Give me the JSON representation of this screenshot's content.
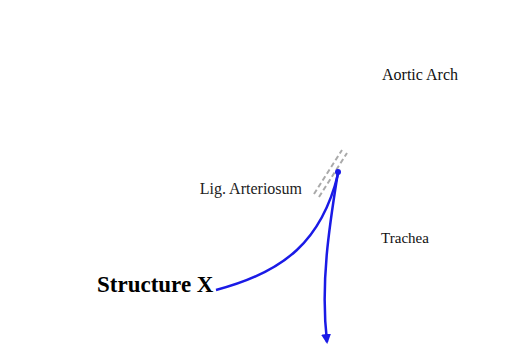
{
  "diagram": {
    "nodes": [
      {
        "text": [
          "Aortic Arch"
        ]
      },
      {
        "text": [
          "Trachea"
        ]
      }
    ],
    "labels": [
      "Lig. Arteriosum",
      "Structure X"
    ]
  }
}
